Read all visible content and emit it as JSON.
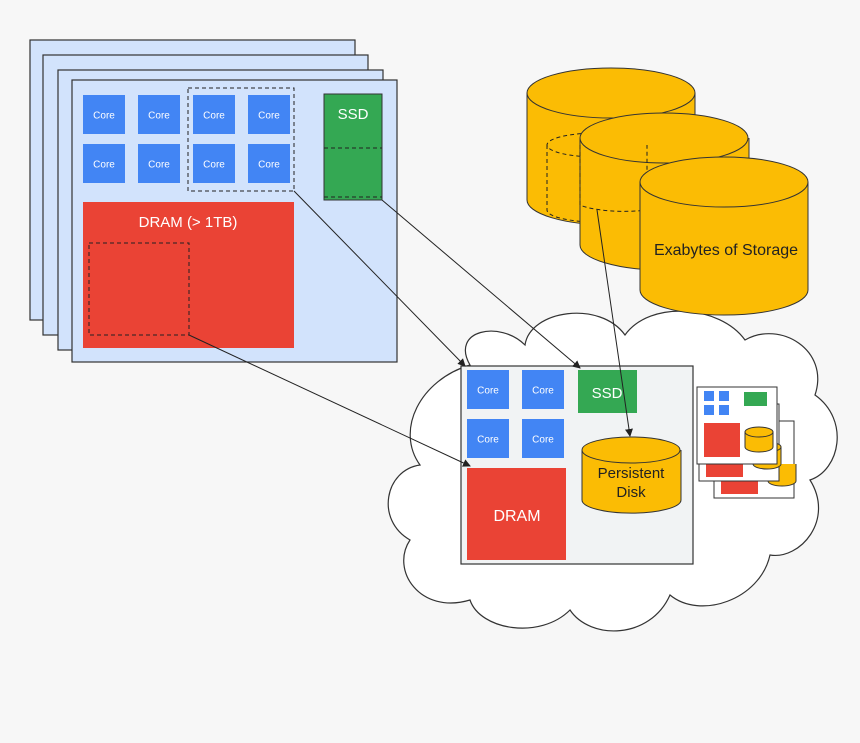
{
  "server": {
    "core_labels": [
      "Core",
      "Core",
      "Core",
      "Core",
      "Core",
      "Core",
      "Core",
      "Core"
    ],
    "ssd_label": "SSD",
    "dram_label": "DRAM (> 1TB)"
  },
  "storage": {
    "label": "Exabytes of Storage"
  },
  "vm": {
    "core_labels": [
      "Core",
      "Core",
      "Core",
      "Core"
    ],
    "ssd_label": "SSD",
    "dram_label": "DRAM",
    "disk_label_line1": "Persistent",
    "disk_label_line2": "Disk"
  },
  "colors": {
    "core": "#4285f4",
    "ssd": "#34a853",
    "dram": "#ea4335",
    "storage": "#fbbc04",
    "server_bg": "#d2e3fc",
    "vm_bg": "#f1f3f4"
  }
}
